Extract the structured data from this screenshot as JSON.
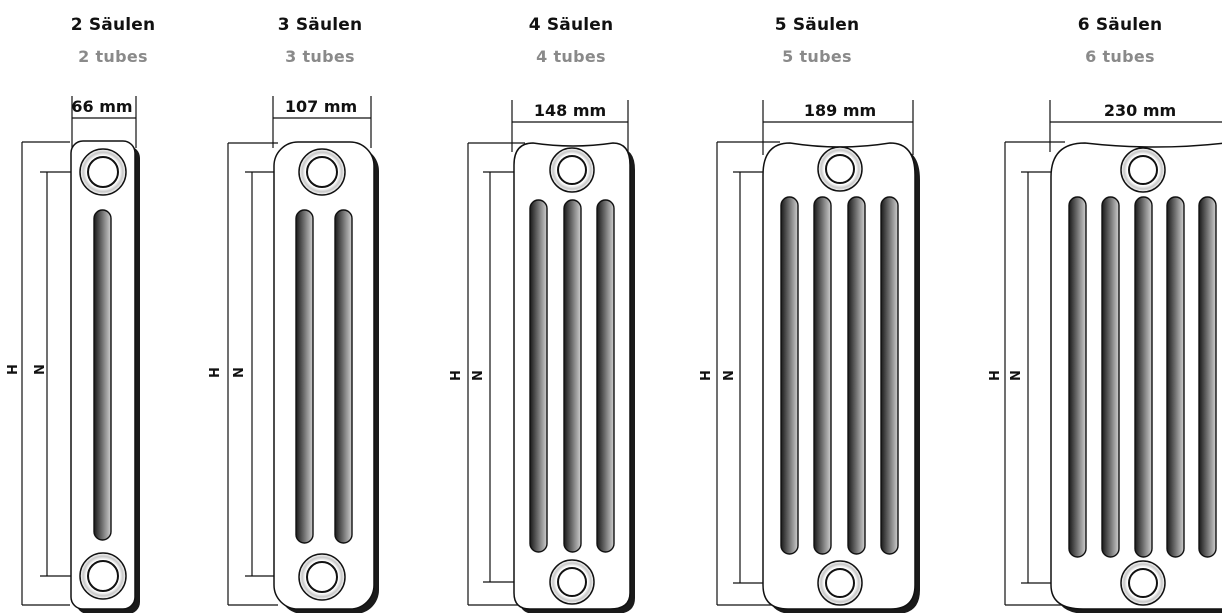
{
  "models": [
    {
      "title": "2 Säulen",
      "subtitle": "2 tubes",
      "width_label": "66 mm",
      "columns": 2
    },
    {
      "title": "3 Säulen",
      "subtitle": "3 tubes",
      "width_label": "107 mm",
      "columns": 3
    },
    {
      "title": "4 Säulen",
      "subtitle": "4 tubes",
      "width_label": "148 mm",
      "columns": 4
    },
    {
      "title": "5 Säulen",
      "subtitle": "5 tubes",
      "width_label": "189 mm",
      "columns": 5
    },
    {
      "title": "6 Säulen",
      "subtitle": "6 tubes",
      "width_label": "230 mm",
      "columns": 6
    }
  ],
  "dimension_labels": {
    "h": "H",
    "n": "N"
  }
}
